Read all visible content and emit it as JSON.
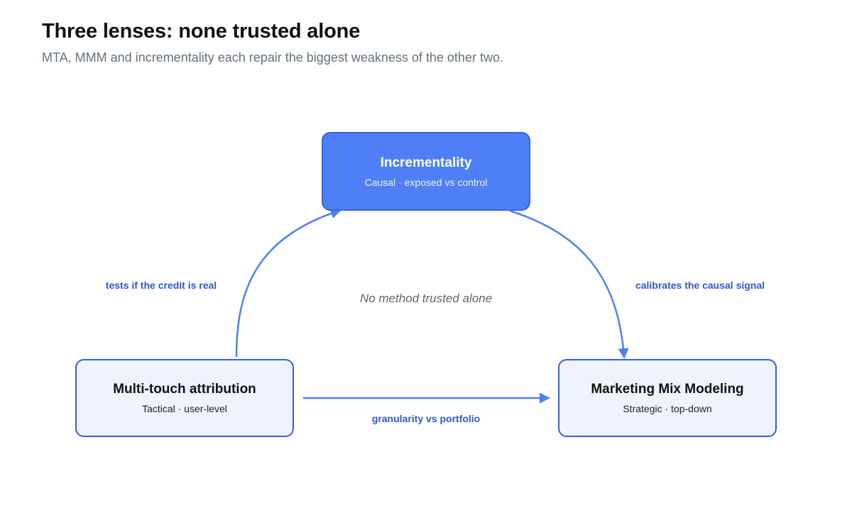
{
  "header": {
    "title": "Three lenses: none trusted alone",
    "subtitle": "MTA, MMM and incrementality each repair the biggest weakness of the other two."
  },
  "nodes": {
    "incrementality": {
      "title": "Incrementality",
      "subtitle": "Causal · exposed vs control"
    },
    "mta": {
      "title": "Multi-touch attribution",
      "subtitle": "Tactical · user-level"
    },
    "mmm": {
      "title": "Marketing Mix Modeling",
      "subtitle": "Strategic · top-down"
    }
  },
  "edges": {
    "mta_to_incrementality": "tests if the credit is real",
    "incrementality_to_mmm": "calibrates the causal signal",
    "mta_to_mmm": "granularity vs portfolio"
  },
  "center_note": "No method trusted alone",
  "colors": {
    "accent": "#4f7ff7",
    "accent_border": "#3a63d9",
    "arrow": "#4f7ff7",
    "edge_label": "#2f55d4",
    "node_fill": "#eef3fd",
    "title_text": "#111111",
    "muted_text": "#666f7c"
  }
}
